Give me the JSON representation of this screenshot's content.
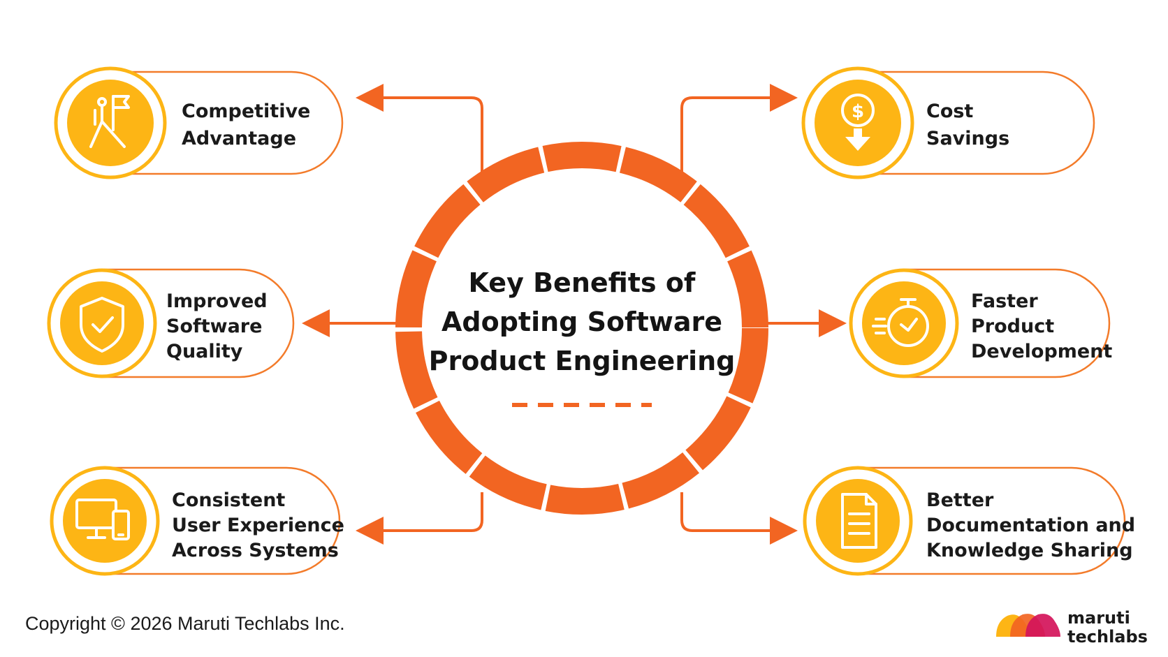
{
  "title": {
    "lines": [
      "Key Benefits of",
      "Adopting Software",
      "Product Engineering"
    ]
  },
  "benefits": {
    "competitive_advantage": {
      "lines": [
        "Competitive",
        "Advantage"
      ],
      "icon": "flag-person-icon"
    },
    "improved_quality": {
      "lines": [
        "Improved",
        "Software",
        "Quality"
      ],
      "icon": "shield-check-icon"
    },
    "consistent_ux": {
      "lines": [
        "Consistent",
        "User Experience",
        "Across Systems"
      ],
      "icon": "devices-icon"
    },
    "cost_savings": {
      "lines": [
        "Cost",
        "Savings"
      ],
      "icon": "dollar-down-icon"
    },
    "faster_development": {
      "lines": [
        "Faster",
        "Product",
        "Development"
      ],
      "icon": "stopwatch-icon"
    },
    "better_documentation": {
      "lines": [
        "Better",
        "Documentation and",
        "Knowledge Sharing"
      ],
      "icon": "document-icon"
    }
  },
  "footer": {
    "copyright": "Copyright © 2026 Maruti Techlabs Inc.",
    "logo_lines": [
      "maruti",
      "techlabs"
    ]
  },
  "colors": {
    "orange": "#F26522",
    "yellow": "#FDB515",
    "card_border": "#F37B2A",
    "text": "#1a1a1a"
  }
}
